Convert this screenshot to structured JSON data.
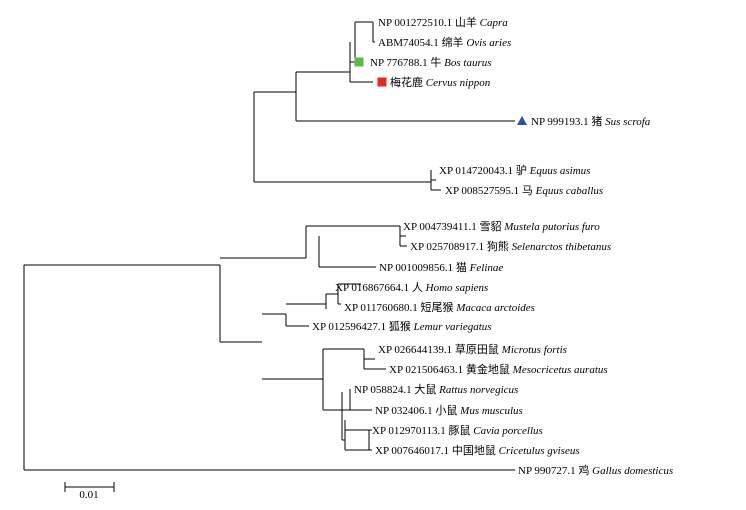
{
  "leaves": [
    {
      "acc": "NP 001272510.1",
      "cn": "山羊",
      "sci": "Capra"
    },
    {
      "acc": "ABM74054.1",
      "cn": "绵羊",
      "sci": "Ovis aries"
    },
    {
      "acc": "NP 776788.1",
      "cn": "牛",
      "sci": "Bos taurus",
      "marker": "square",
      "color": "#5fb946"
    },
    {
      "acc": "梅花鹿",
      "cn": "",
      "sci": "Cervus nippon",
      "marker": "square",
      "color": "#e02a26"
    },
    {
      "acc": "NP 999193.1",
      "cn": "猪",
      "sci": "Sus scrofa",
      "marker": "triangle",
      "color": "#2f4fa3"
    },
    {
      "acc": "XP 014720043.1",
      "cn": "驴",
      "sci": "Equus asimus"
    },
    {
      "acc": "XP 008527595.1",
      "cn": "马",
      "sci": "Equus caballus"
    },
    {
      "acc": "XP 004739411.1",
      "cn": "雪貂",
      "sci": "Mustela putorius furo"
    },
    {
      "acc": "XP 025708917.1",
      "cn": "狗熊",
      "sci": "Selenarctos thibetanus"
    },
    {
      "acc": "NP 001009856.1",
      "cn": "猫",
      "sci": "Felinae"
    },
    {
      "acc": "XP 016867664.1",
      "cn": "人",
      "sci": "Homo sapiens"
    },
    {
      "acc": "XP 011760680.1",
      "cn": "短尾猴",
      "sci": "Macaca arctoides"
    },
    {
      "acc": "XP 012596427.1",
      "cn": "狐猴",
      "sci": "Lemur variegatus"
    },
    {
      "acc": "XP 026644139.1",
      "cn": "草原田鼠",
      "sci": "Microtus fortis"
    },
    {
      "acc": "XP 021506463.1",
      "cn": "黄金地鼠",
      "sci": "Mesocricetus auratus"
    },
    {
      "acc": "NP 058824.1",
      "cn": "大鼠",
      "sci": "Rattus norvegicus"
    },
    {
      "acc": "NP 032406.1",
      "cn": "小鼠",
      "sci": "Mus musculus"
    },
    {
      "acc": "XP 012970113.1",
      "cn": "豚鼠",
      "sci": "Cavia porcellus"
    },
    {
      "acc": "XP 007646017.1",
      "cn": "中国地鼠",
      "sci": "Cricetulus gviseus"
    },
    {
      "acc": "NP 990727.1",
      "cn": "鸡",
      "sci": "Gallus domesticus"
    }
  ],
  "scale_bar": {
    "label": "0.01"
  }
}
